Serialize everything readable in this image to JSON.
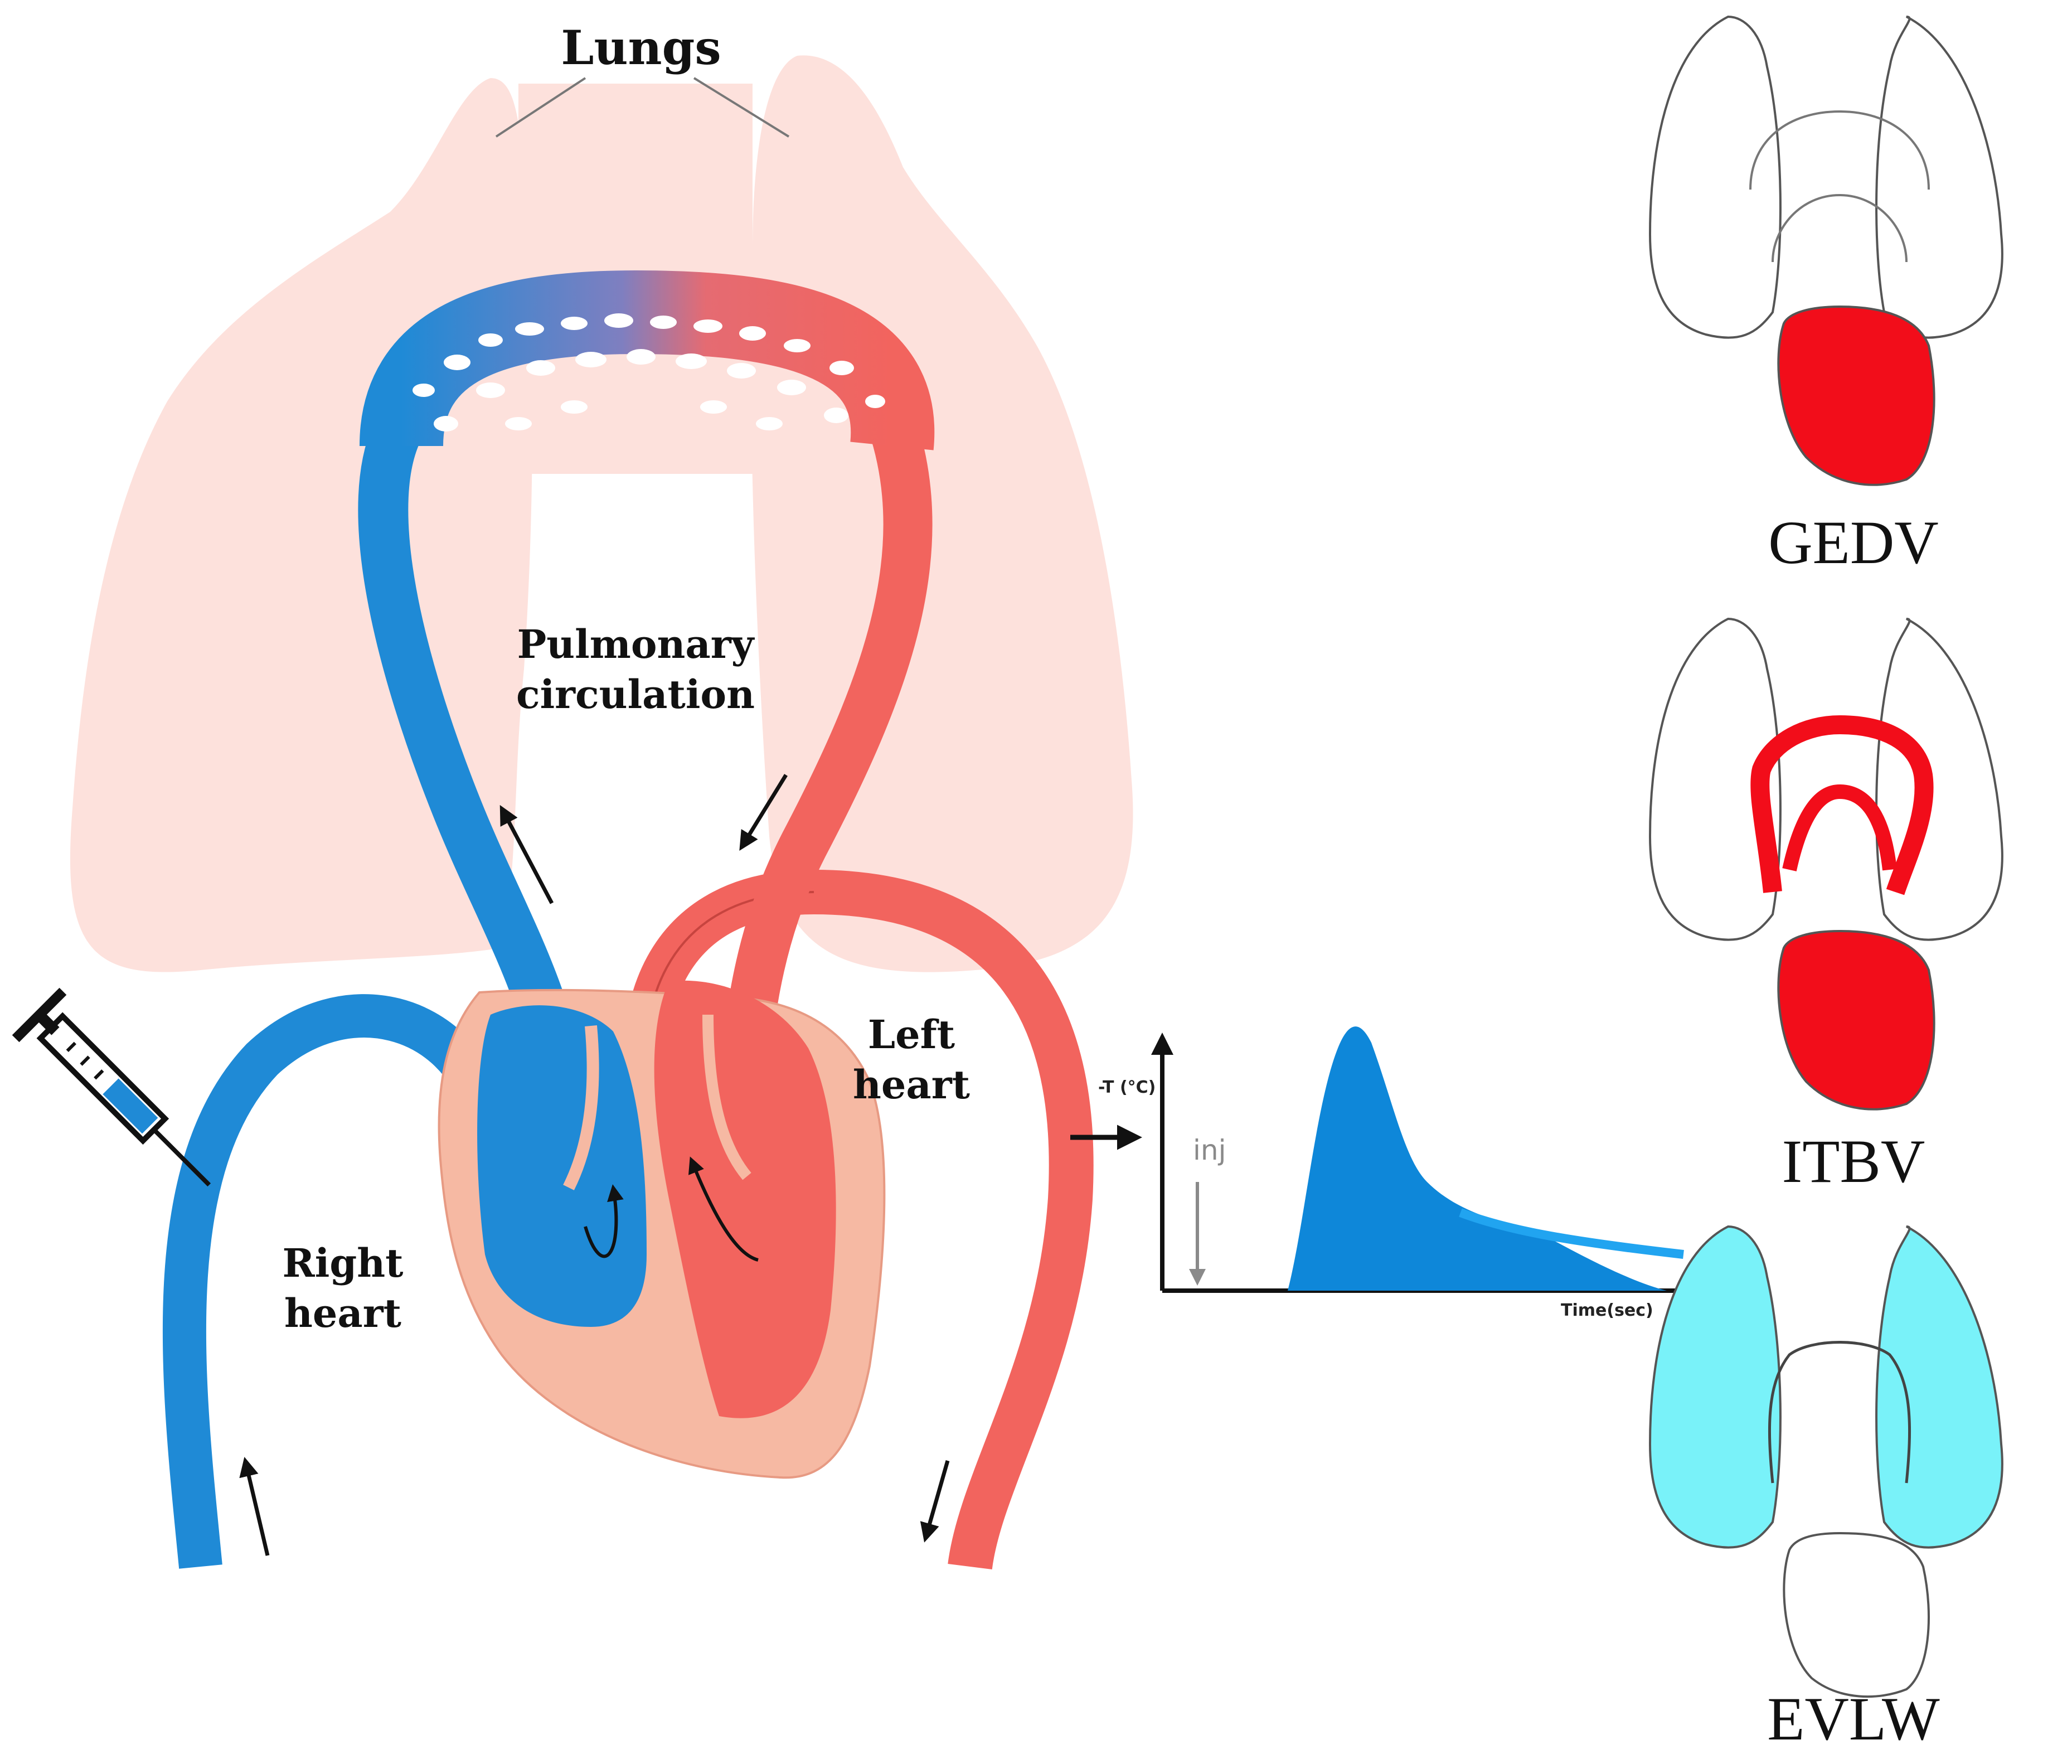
{
  "labels": {
    "lungs": "Lungs",
    "pulmonary_line1": "Pulmonary",
    "pulmonary_line2": "circulation",
    "left_heart_line1": "Left",
    "left_heart_line2": "heart",
    "right_heart_line1": "Right",
    "right_heart_line2": "heart"
  },
  "thermodilution_curve": {
    "y_axis_label": "-T (°C)",
    "x_axis_label": "Time(sec)",
    "injection_marker": "inj"
  },
  "volume_panels": [
    {
      "label": "GEDV",
      "highlight": "heart"
    },
    {
      "label": "ITBV",
      "highlight": "heart-and-pulmonary-vessels"
    },
    {
      "label": "EVLW",
      "highlight": "lungs"
    }
  ],
  "colors": {
    "venous_blood": "#1f8ad6",
    "arterial_blood": "#f2645e",
    "lung_tissue": "#fde1dc",
    "heart_muscle": "#f6b9a3",
    "highlight_red": "#f20d1a",
    "highlight_cyan": "#79f2f9",
    "curve_fill": "#0e87d9"
  }
}
